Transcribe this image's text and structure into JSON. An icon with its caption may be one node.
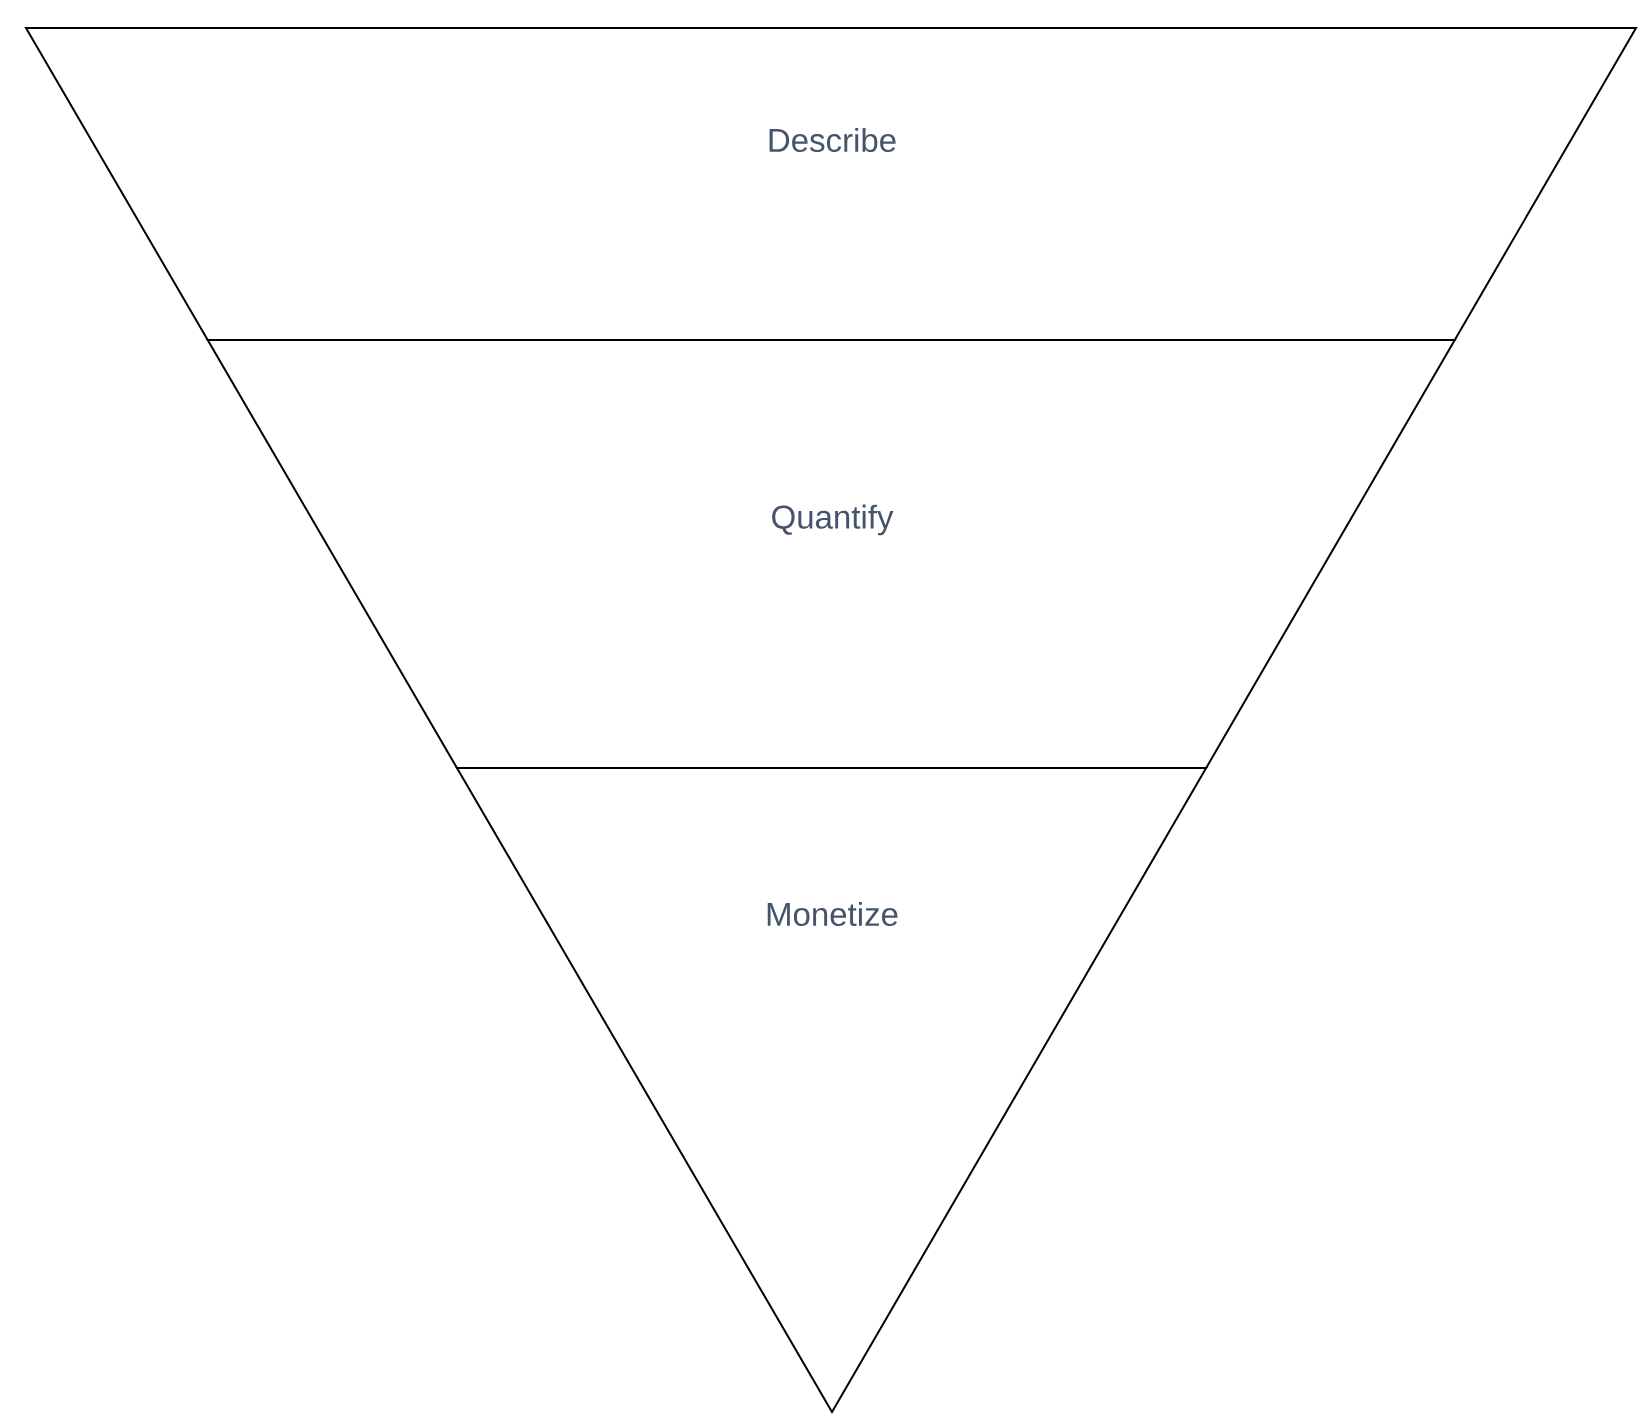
{
  "diagram": {
    "nodes": [
      {
        "text": [
          "Describe"
        ]
      },
      {
        "text": [
          "Quantify"
        ]
      },
      {
        "text": [
          "Monetize"
        ]
      }
    ]
  }
}
